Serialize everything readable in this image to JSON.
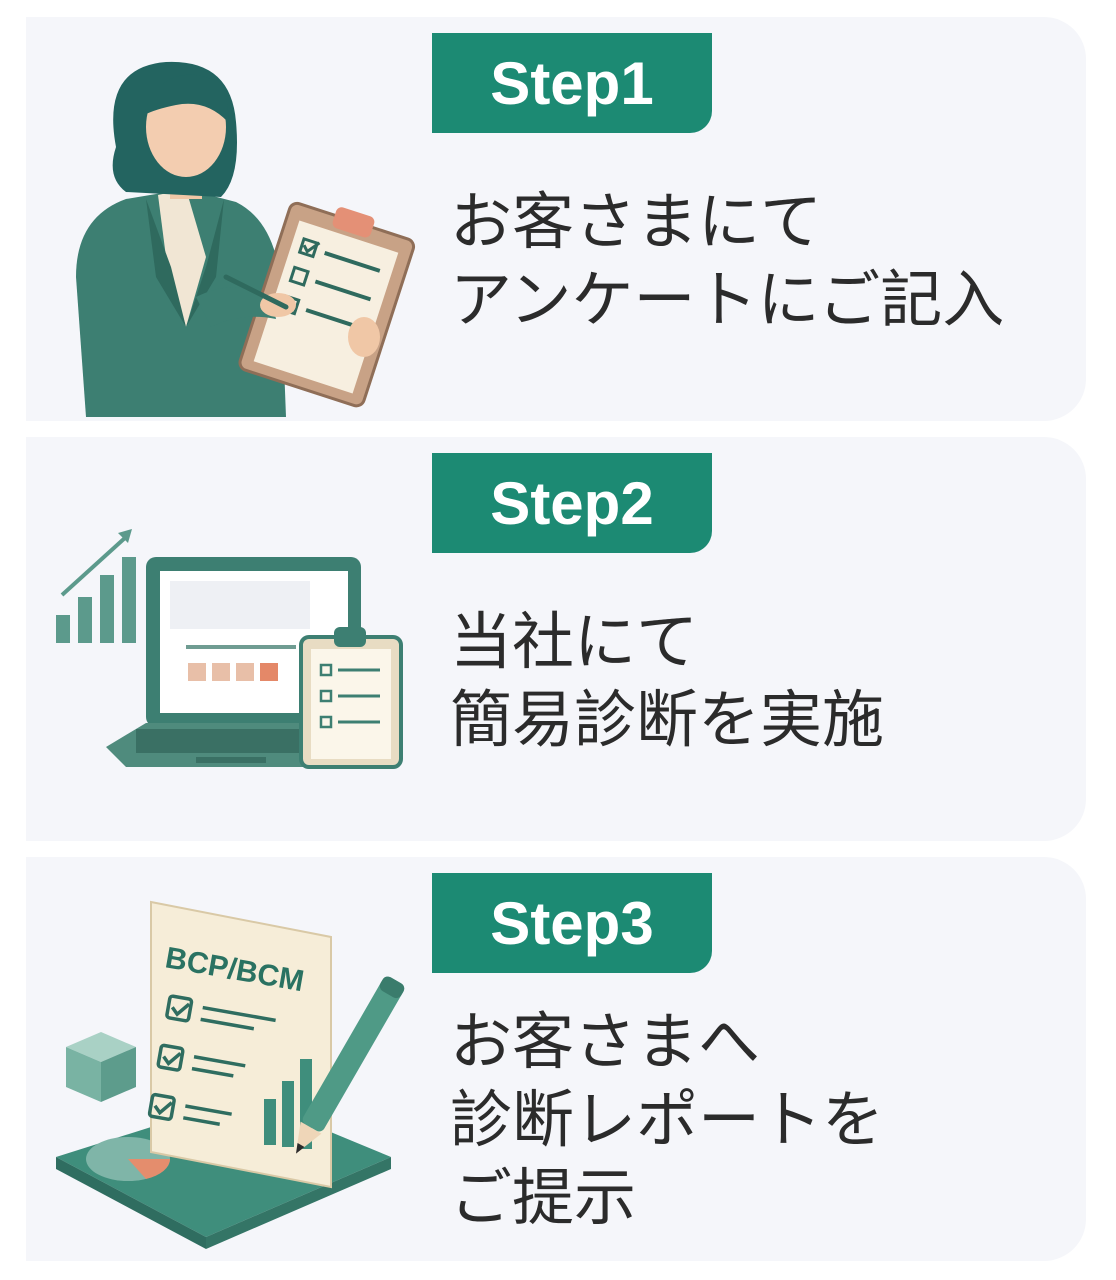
{
  "steps": [
    {
      "badge": "Step1",
      "lines": [
        "お客さまにて",
        "アンケートにご記入"
      ]
    },
    {
      "badge": "Step2",
      "lines": [
        "当社にて",
        "簡易診断を実施"
      ]
    },
    {
      "badge": "Step3",
      "lines": [
        "お客さまへ",
        "診断レポートを",
        "ご提示"
      ],
      "document_title": "BCP/BCM"
    }
  ],
  "icons": [
    "woman-with-clipboard-icon",
    "laptop-with-checklist-icon",
    "bcp-report-icon"
  ],
  "colors": {
    "accent": "#1c8a73",
    "card_bg": "#f5f6fa",
    "text": "#2b2b2b",
    "illustration_teal": "#3d7f72",
    "illustration_peach": "#e5a98a"
  }
}
